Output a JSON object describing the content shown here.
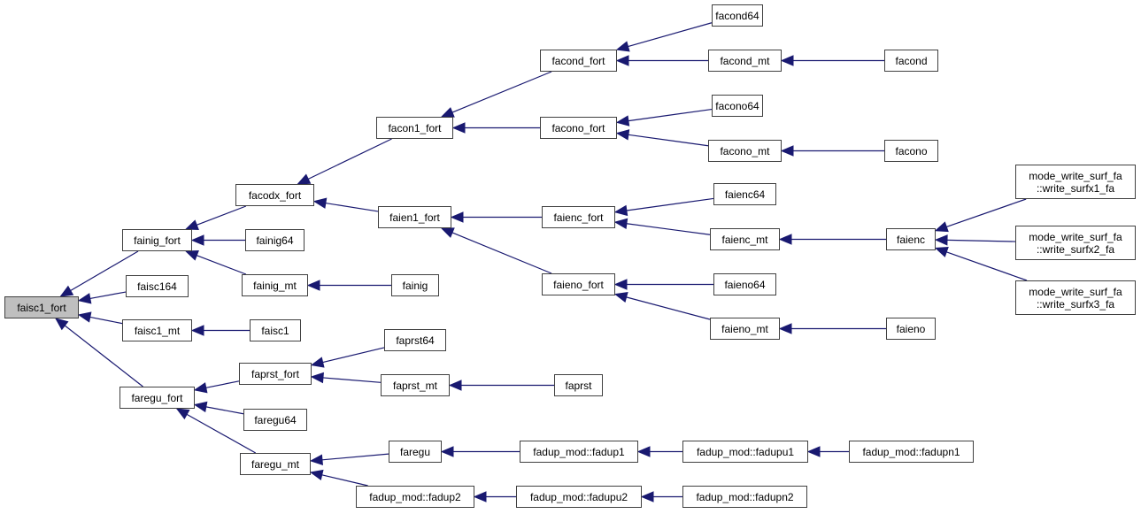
{
  "graph": {
    "type": "caller-graph",
    "root": "faisc1_fort",
    "colors": {
      "edge": "#191970",
      "node_border": "#404040",
      "node_fill": "#ffffff",
      "root_fill": "#bfbfbf"
    },
    "nodes": [
      {
        "id": "faisc1_fort",
        "label": "faisc1_fort",
        "root": true
      },
      {
        "id": "fainig_fort",
        "label": "fainig_fort"
      },
      {
        "id": "faisc164",
        "label": "faisc164"
      },
      {
        "id": "faisc1_mt",
        "label": "faisc1_mt"
      },
      {
        "id": "faregu_fort",
        "label": "faregu_fort"
      },
      {
        "id": "facodx_fort",
        "label": "facodx_fort"
      },
      {
        "id": "fainig64",
        "label": "fainig64"
      },
      {
        "id": "fainig_mt",
        "label": "fainig_mt"
      },
      {
        "id": "faisc1",
        "label": "faisc1"
      },
      {
        "id": "faprst_fort",
        "label": "faprst_fort"
      },
      {
        "id": "faregu64",
        "label": "faregu64"
      },
      {
        "id": "faregu_mt",
        "label": "faregu_mt"
      },
      {
        "id": "facon1_fort",
        "label": "facon1_fort"
      },
      {
        "id": "faien1_fort",
        "label": "faien1_fort"
      },
      {
        "id": "fainig",
        "label": "fainig"
      },
      {
        "id": "faprst64",
        "label": "faprst64"
      },
      {
        "id": "faprst_mt",
        "label": "faprst_mt"
      },
      {
        "id": "faregu",
        "label": "faregu"
      },
      {
        "id": "fadup2",
        "label": "fadup_mod::fadup2"
      },
      {
        "id": "facond_fort",
        "label": "facond_fort"
      },
      {
        "id": "facono_fort",
        "label": "facono_fort"
      },
      {
        "id": "faienc_fort",
        "label": "faienc_fort"
      },
      {
        "id": "faieno_fort",
        "label": "faieno_fort"
      },
      {
        "id": "faprst",
        "label": "faprst"
      },
      {
        "id": "fadup1",
        "label": "fadup_mod::fadup1"
      },
      {
        "id": "fadupu2",
        "label": "fadup_mod::fadupu2"
      },
      {
        "id": "facond64",
        "label": "facond64"
      },
      {
        "id": "facond_mt",
        "label": "facond_mt"
      },
      {
        "id": "facono64",
        "label": "facono64"
      },
      {
        "id": "facono_mt",
        "label": "facono_mt"
      },
      {
        "id": "faienc64",
        "label": "faienc64"
      },
      {
        "id": "faienc_mt",
        "label": "faienc_mt"
      },
      {
        "id": "faieno64",
        "label": "faieno64"
      },
      {
        "id": "faieno_mt",
        "label": "faieno_mt"
      },
      {
        "id": "fadupu1",
        "label": "fadup_mod::fadupu1"
      },
      {
        "id": "fadupn2",
        "label": "fadup_mod::fadupn2"
      },
      {
        "id": "facond",
        "label": "facond"
      },
      {
        "id": "facono",
        "label": "facono"
      },
      {
        "id": "faienc",
        "label": "faienc"
      },
      {
        "id": "faieno",
        "label": "faieno"
      },
      {
        "id": "fadupn1",
        "label": "fadup_mod::fadupn1"
      },
      {
        "id": "write_surfx1",
        "label": "mode_write_surf_fa\n::write_surfx1_fa"
      },
      {
        "id": "write_surfx2",
        "label": "mode_write_surf_fa\n::write_surfx2_fa"
      },
      {
        "id": "write_surfx3",
        "label": "mode_write_surf_fa\n::write_surfx3_fa"
      }
    ],
    "edges": [
      {
        "from": "fainig_fort",
        "to": "faisc1_fort"
      },
      {
        "from": "faisc164",
        "to": "faisc1_fort"
      },
      {
        "from": "faisc1_mt",
        "to": "faisc1_fort"
      },
      {
        "from": "faregu_fort",
        "to": "faisc1_fort"
      },
      {
        "from": "facodx_fort",
        "to": "fainig_fort"
      },
      {
        "from": "fainig64",
        "to": "fainig_fort"
      },
      {
        "from": "fainig_mt",
        "to": "fainig_fort"
      },
      {
        "from": "faisc1",
        "to": "faisc1_mt"
      },
      {
        "from": "faprst_fort",
        "to": "faregu_fort"
      },
      {
        "from": "faregu64",
        "to": "faregu_fort"
      },
      {
        "from": "faregu_mt",
        "to": "faregu_fort"
      },
      {
        "from": "facon1_fort",
        "to": "facodx_fort"
      },
      {
        "from": "faien1_fort",
        "to": "facodx_fort"
      },
      {
        "from": "fainig",
        "to": "fainig_mt"
      },
      {
        "from": "faprst64",
        "to": "faprst_fort"
      },
      {
        "from": "faprst_mt",
        "to": "faprst_fort"
      },
      {
        "from": "faregu",
        "to": "faregu_mt"
      },
      {
        "from": "fadup2",
        "to": "faregu_mt"
      },
      {
        "from": "facond_fort",
        "to": "facon1_fort"
      },
      {
        "from": "facono_fort",
        "to": "facon1_fort"
      },
      {
        "from": "faienc_fort",
        "to": "faien1_fort"
      },
      {
        "from": "faieno_fort",
        "to": "faien1_fort"
      },
      {
        "from": "faprst",
        "to": "faprst_mt"
      },
      {
        "from": "fadup1",
        "to": "faregu"
      },
      {
        "from": "fadupu2",
        "to": "fadup2"
      },
      {
        "from": "facond64",
        "to": "facond_fort"
      },
      {
        "from": "facond_mt",
        "to": "facond_fort"
      },
      {
        "from": "facono64",
        "to": "facono_fort"
      },
      {
        "from": "facono_mt",
        "to": "facono_fort"
      },
      {
        "from": "faienc64",
        "to": "faienc_fort"
      },
      {
        "from": "faienc_mt",
        "to": "faienc_fort"
      },
      {
        "from": "faieno64",
        "to": "faieno_fort"
      },
      {
        "from": "faieno_mt",
        "to": "faieno_fort"
      },
      {
        "from": "fadupu1",
        "to": "fadup1"
      },
      {
        "from": "fadupn2",
        "to": "fadupu2"
      },
      {
        "from": "facond",
        "to": "facond_mt"
      },
      {
        "from": "facono",
        "to": "facono_mt"
      },
      {
        "from": "faienc",
        "to": "faienc_mt"
      },
      {
        "from": "faieno",
        "to": "faieno_mt"
      },
      {
        "from": "fadupn1",
        "to": "fadupu1"
      },
      {
        "from": "write_surfx1",
        "to": "faienc"
      },
      {
        "from": "write_surfx2",
        "to": "faienc"
      },
      {
        "from": "write_surfx3",
        "to": "faienc"
      }
    ]
  }
}
